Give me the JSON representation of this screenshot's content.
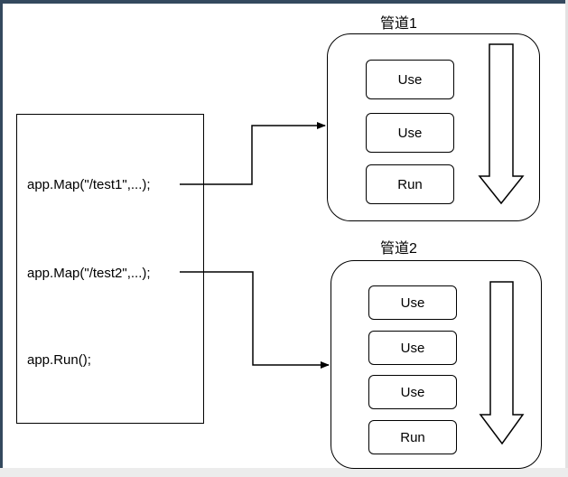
{
  "source": {
    "lines": [
      "app.Map(\"/test1\",...);",
      "app.Map(\"/test2\",...);",
      "app.Run();"
    ]
  },
  "pipelines": [
    {
      "title": "管道1",
      "steps": [
        "Use",
        "Use",
        "Run"
      ]
    },
    {
      "title": "管道2",
      "steps": [
        "Use",
        "Use",
        "Use",
        "Run"
      ]
    }
  ]
}
